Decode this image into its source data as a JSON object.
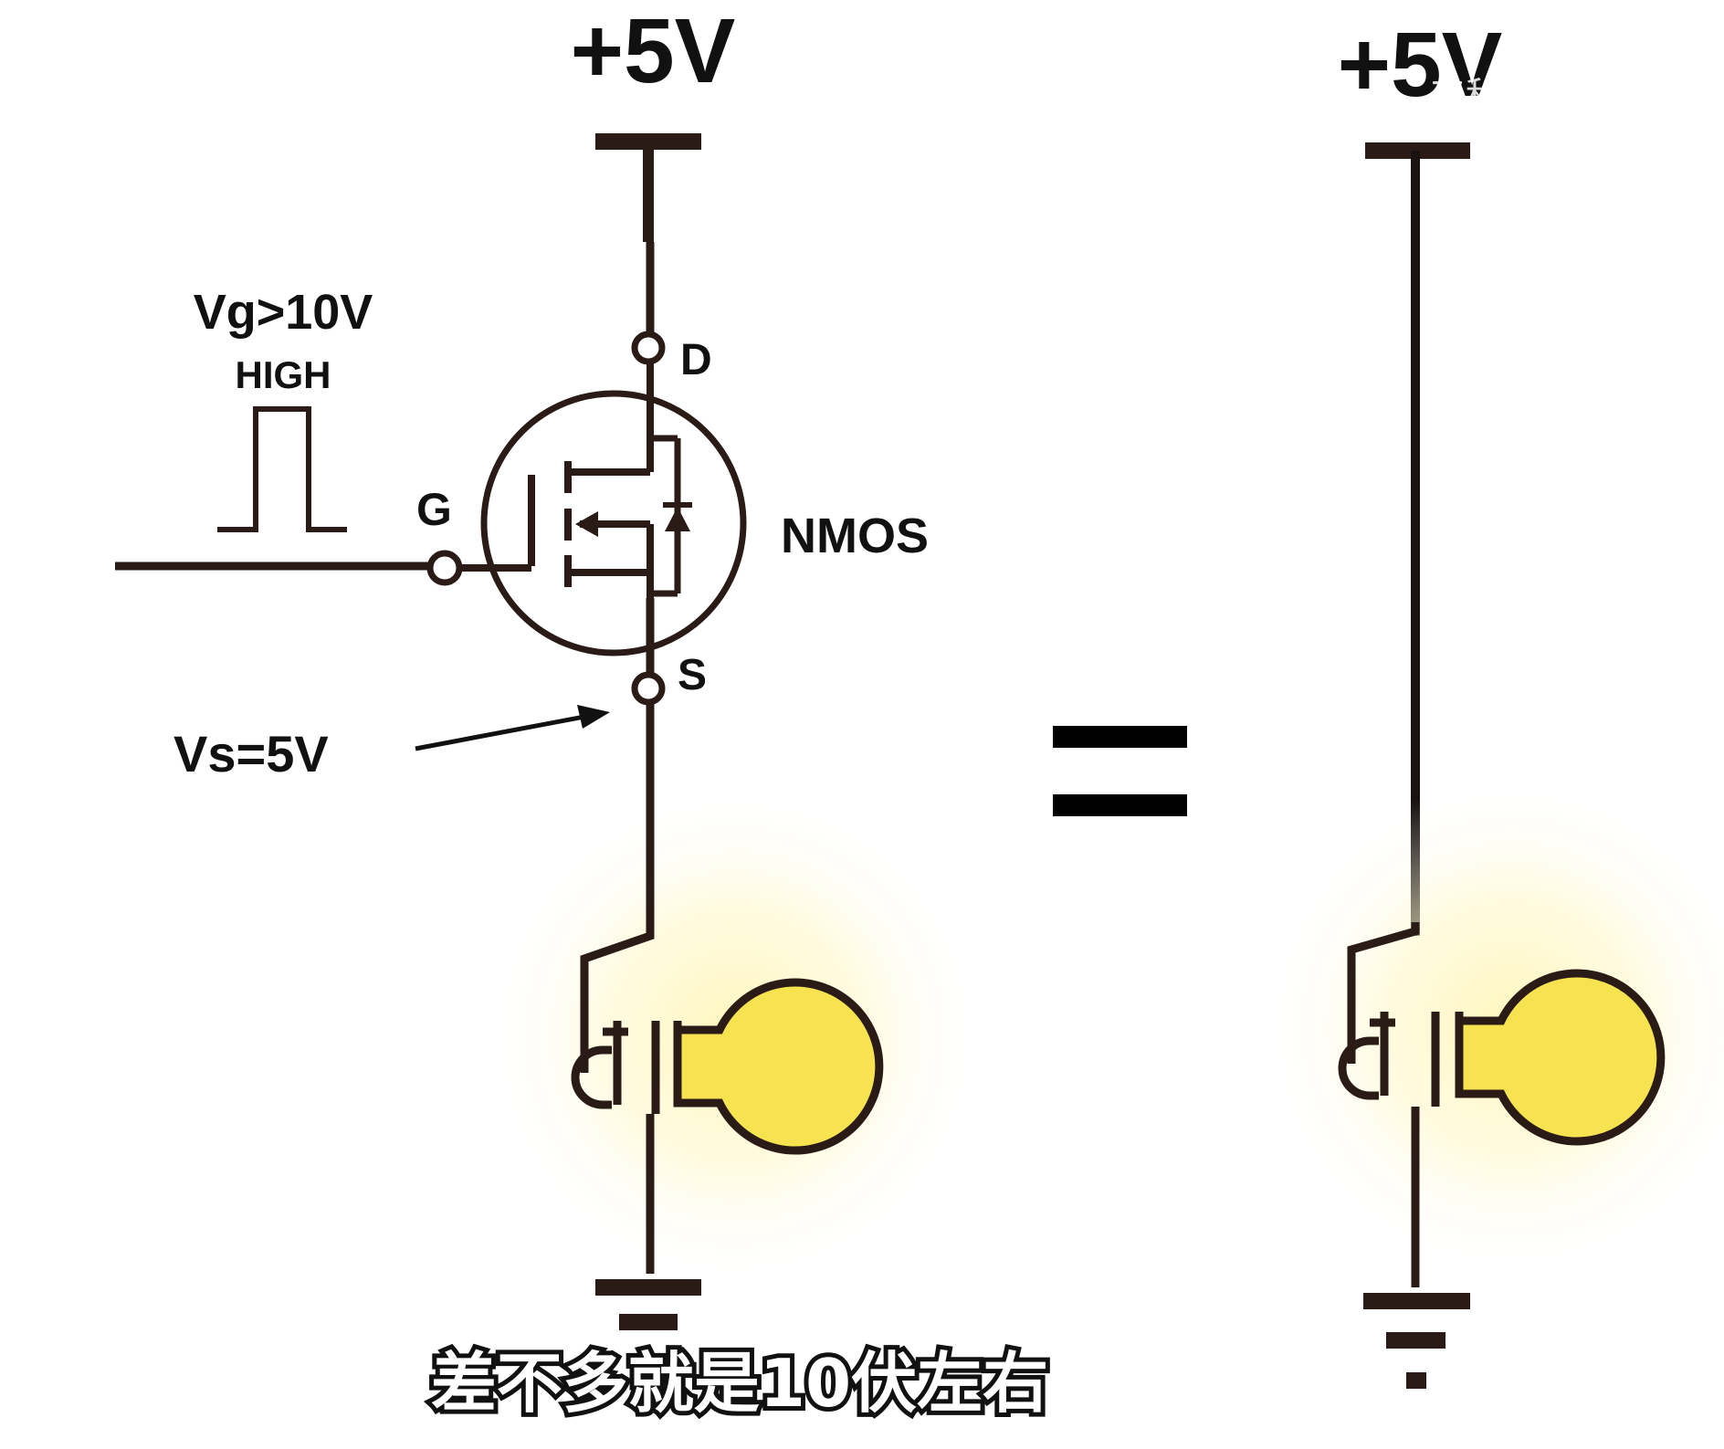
{
  "left_circuit": {
    "supply_label": "+5V",
    "gate_voltage_label": "Vg>10V",
    "gate_state_label": "HIGH",
    "gate_pin_label": "G",
    "drain_pin_label": "D",
    "source_pin_label": "S",
    "transistor_type_label": "NMOS",
    "source_voltage_label": "Vs=5V"
  },
  "equals_sign": "=",
  "right_circuit": {
    "supply_label": "+5V"
  },
  "watermark_text": "工科男技术师",
  "subtitle_text": "差不多就是10伏左右",
  "colors": {
    "wire": "#2a1b16",
    "bulb_fill": "#f7e34f",
    "glow": "#fff3b0",
    "text": "#111111"
  }
}
